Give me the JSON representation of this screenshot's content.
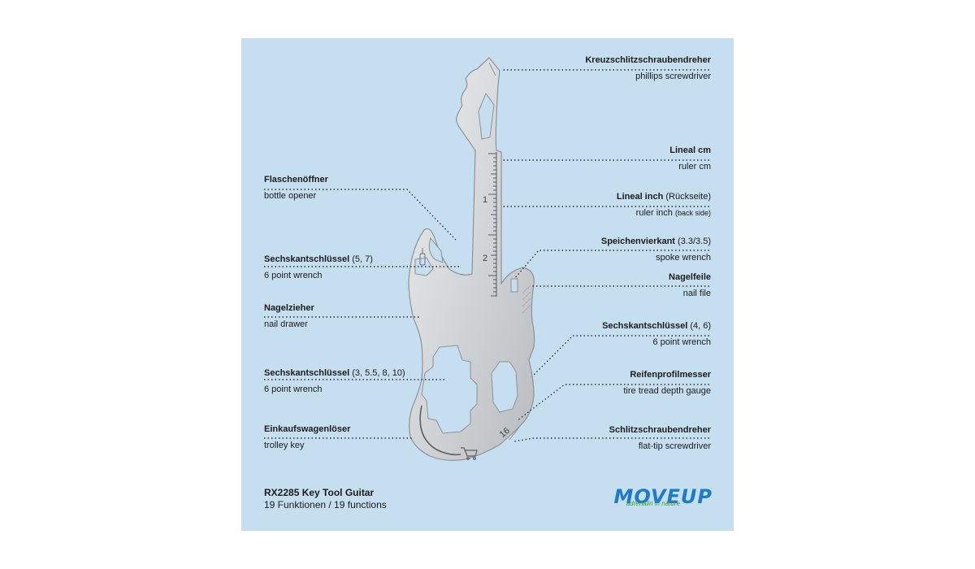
{
  "labels_left": [
    {
      "de": "Flaschenöffner",
      "de_extra": "",
      "en": "bottle opener",
      "en_small": ""
    },
    {
      "de": "Sechskantschlüssel",
      "de_extra": "(5, 7)",
      "en": "6 point wrench",
      "en_small": ""
    },
    {
      "de": "Nagelzieher",
      "de_extra": "",
      "en": "nail drawer",
      "en_small": ""
    },
    {
      "de": "Sechskantschlüssel",
      "de_extra": "(3, 5.5, 8, 10)",
      "en": "6 point wrench",
      "en_small": ""
    },
    {
      "de": "Einkaufswagenlöser",
      "de_extra": "",
      "en": "trolley key",
      "en_small": ""
    }
  ],
  "labels_right": [
    {
      "de": "Kreuzschlitzschraubendreher",
      "de_extra": "",
      "en": "phillips screwdriver",
      "en_small": ""
    },
    {
      "de": "Lineal cm",
      "de_extra": "",
      "en": "ruler cm",
      "en_small": ""
    },
    {
      "de": "Lineal inch",
      "de_extra": "(Rückseite)",
      "en": "ruler inch",
      "en_small": "(back side)"
    },
    {
      "de": "Speichenvierkant",
      "de_extra": "(3.3/3.5)",
      "en": "spoke wrench",
      "en_small": ""
    },
    {
      "de": "Nagelfeile",
      "de_extra": "",
      "en": "nail file",
      "en_small": ""
    },
    {
      "de": "Sechskantschlüssel",
      "de_extra": "(4, 6)",
      "en": "6 point wrench",
      "en_small": ""
    },
    {
      "de": "Reifenprofilmesser",
      "de_extra": "",
      "en": "tire tread depth gauge",
      "en_small": ""
    },
    {
      "de": "Schlitzschraubendreher",
      "de_extra": "",
      "en": "flat-tip screwdriver",
      "en_small": ""
    }
  ],
  "ruler_marks": [
    "1",
    "2"
  ],
  "gauge_mark": "16",
  "footer": {
    "title": "RX2285 Key Tool Guitar",
    "subtitle": "19 Funktionen / 19 functions"
  },
  "logo": {
    "brand": "MOVEUP",
    "tagline": "adrenalin in nature"
  },
  "colors": {
    "background": "#c6dff0",
    "metal": "#d9dbdc",
    "brand": "#1f7ac9",
    "tagline": "#3a9e3a"
  }
}
